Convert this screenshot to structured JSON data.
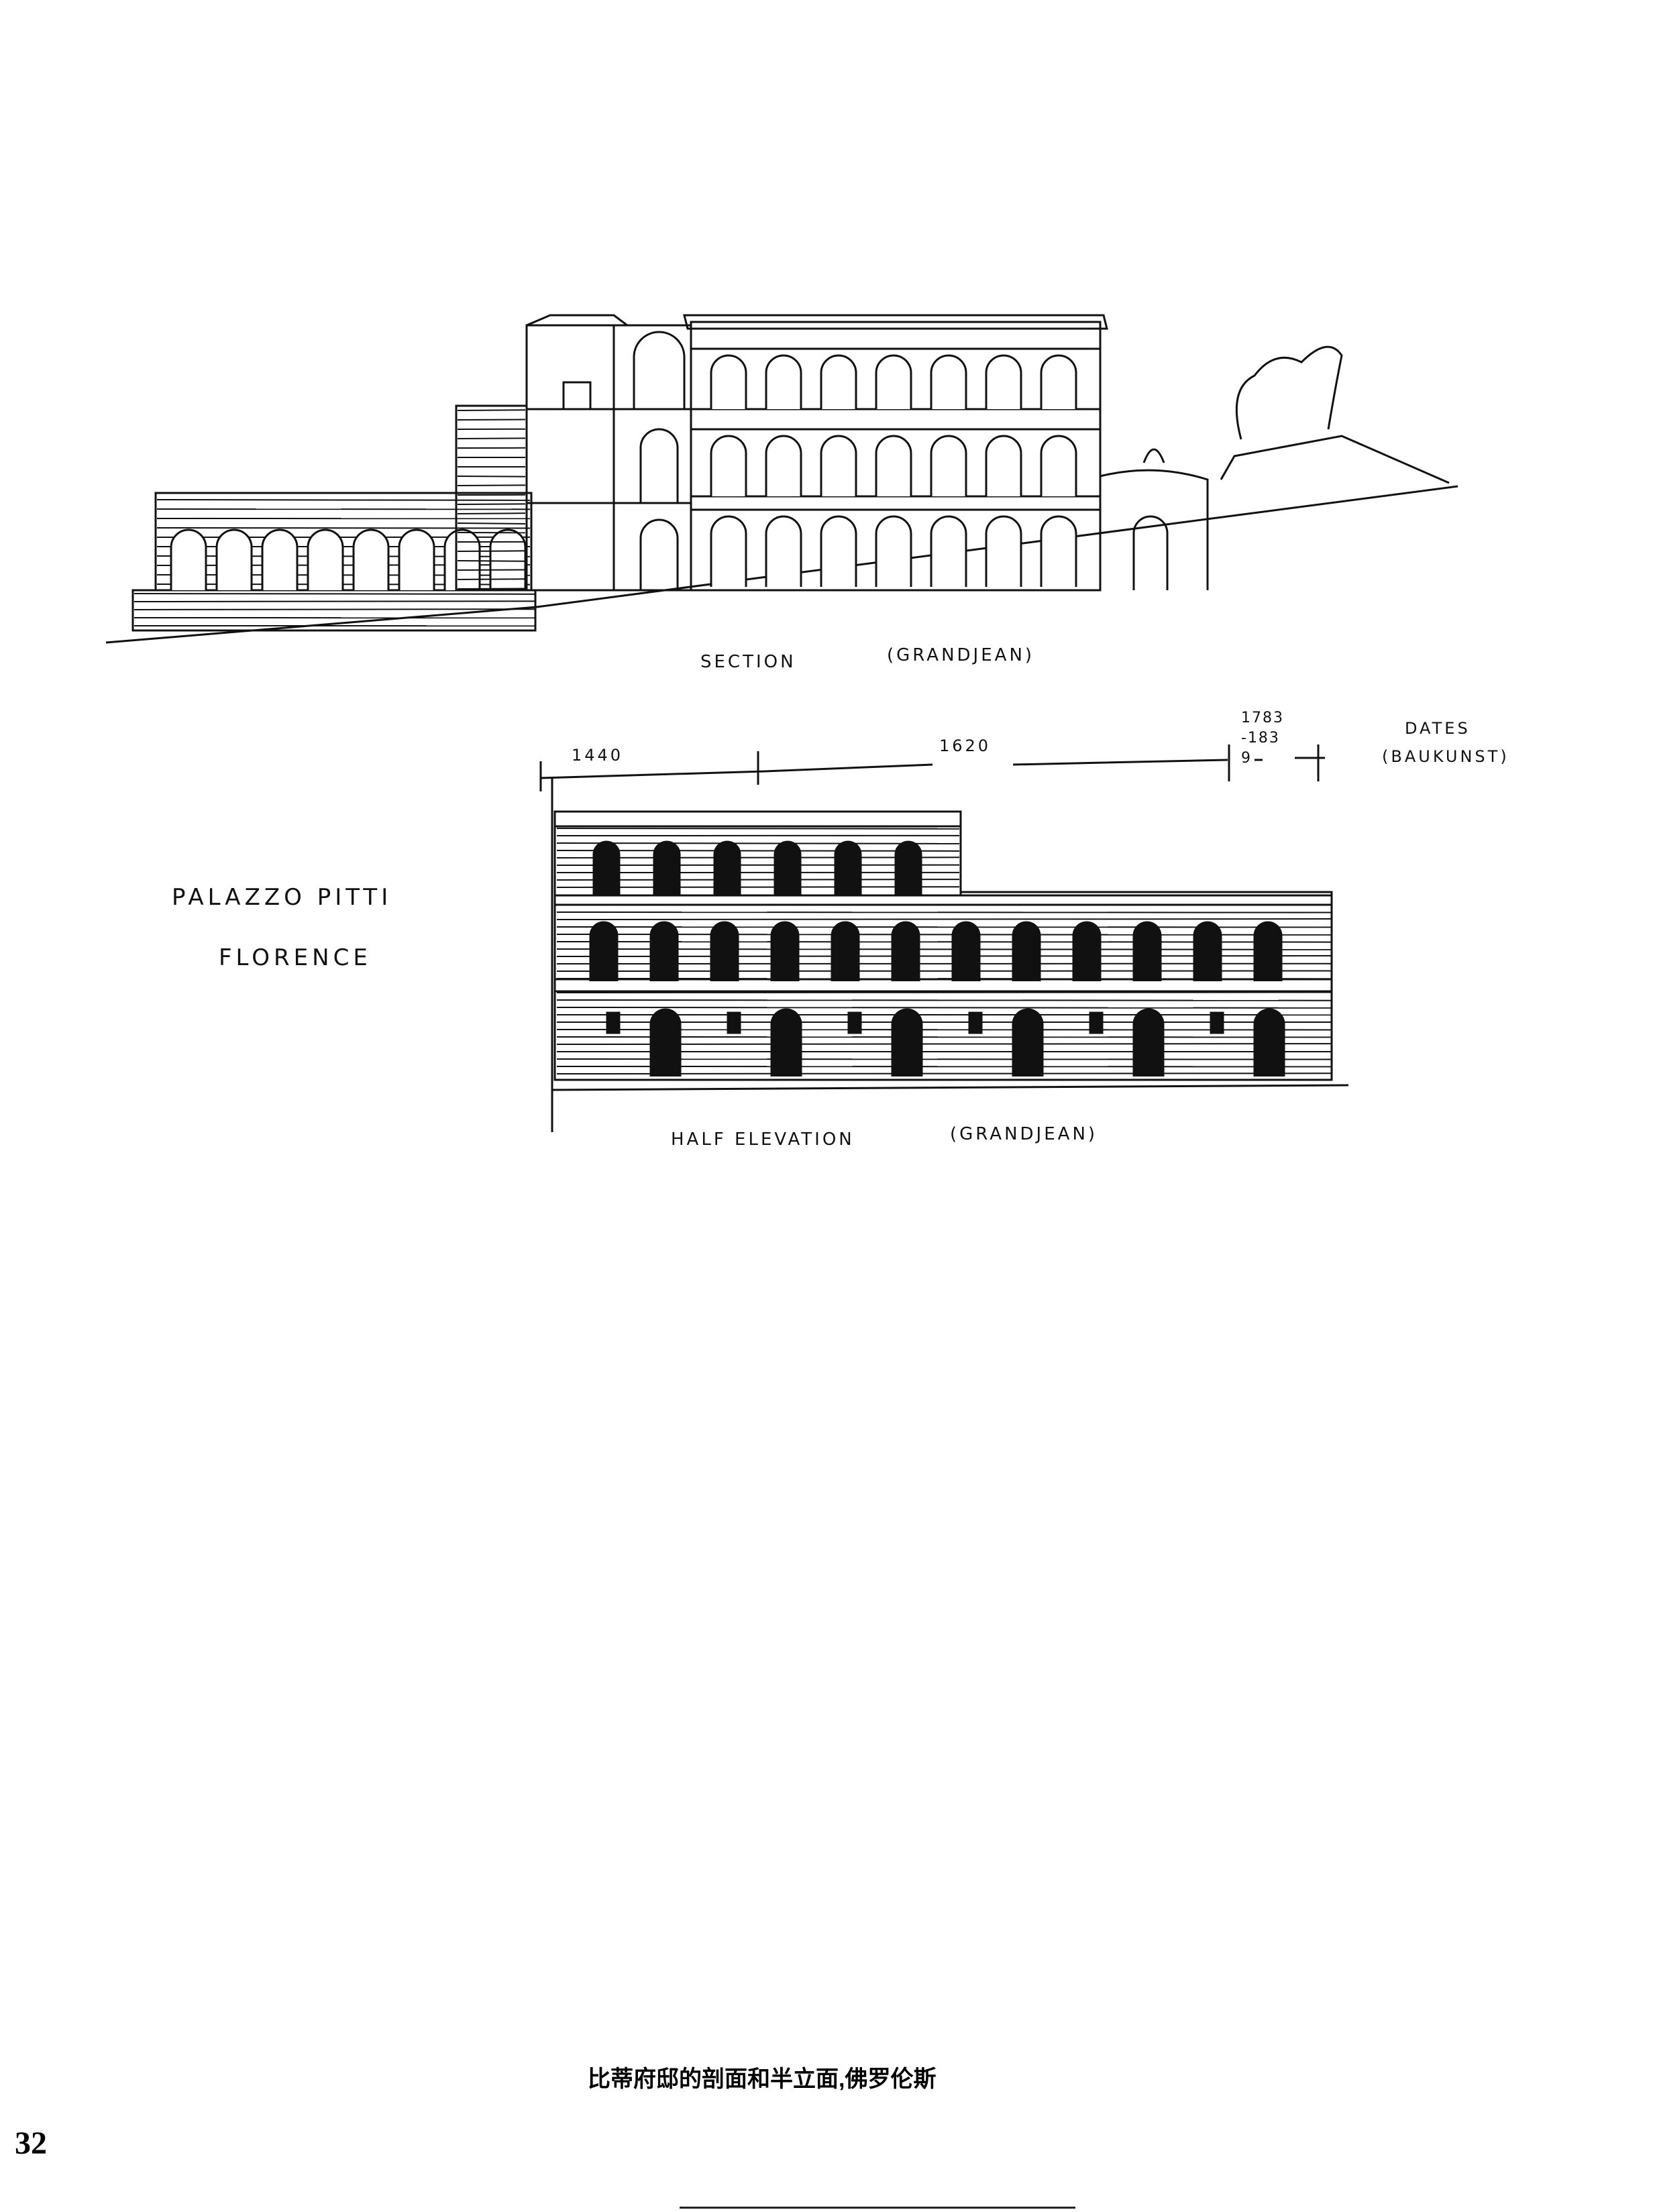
{
  "section_drawing": {
    "label": "SECTION",
    "credit": "(GRANDJEAN)"
  },
  "dimension_line": {
    "mark_1": "1440",
    "mark_2": "1620",
    "mark_3": "1783-1839",
    "dates_label": "DATES",
    "dates_source": "(BAUKUNST)"
  },
  "elevation_drawing": {
    "label": "HALF ELEVATION",
    "credit": "(GRANDJEAN)"
  },
  "title": {
    "name": "PALAZZO PITTI",
    "city": "FLORENCE"
  },
  "caption": "比蒂府邸的剖面和半立面,佛罗伦斯",
  "page_number": "32"
}
